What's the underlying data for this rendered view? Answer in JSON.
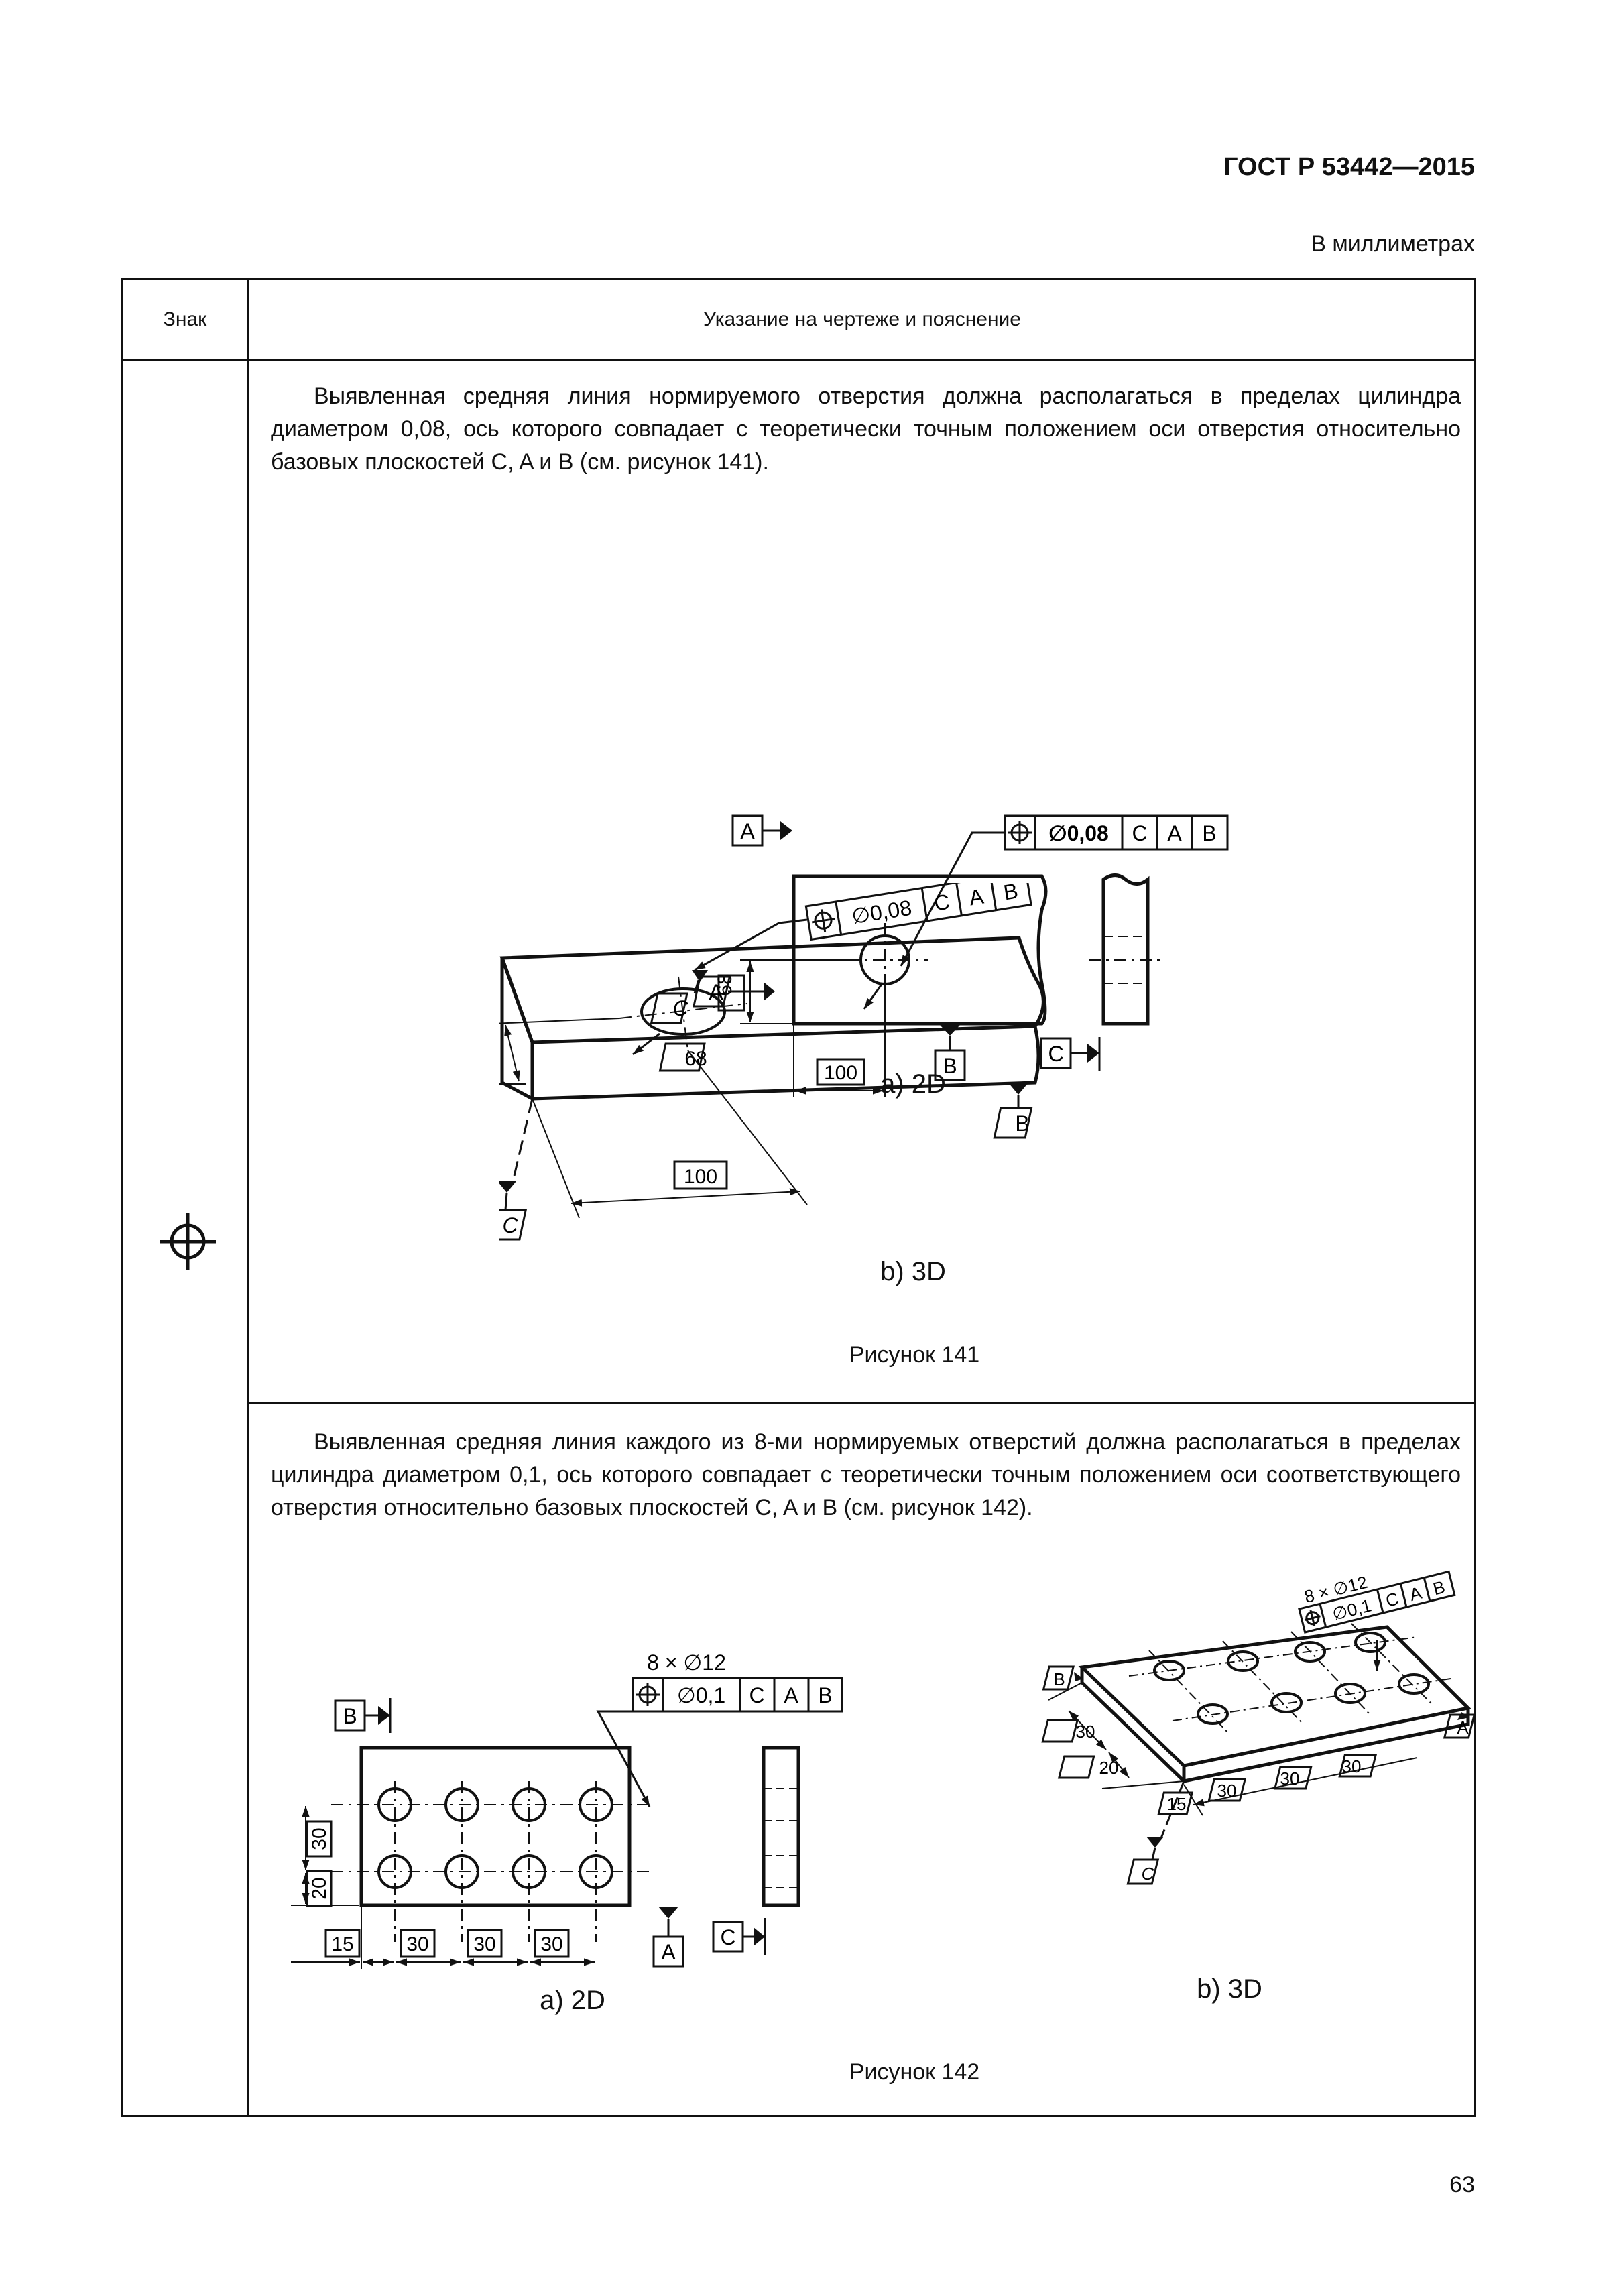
{
  "header": {
    "standard": "ГОСТ Р 53442—2015",
    "units": "В миллиметрах"
  },
  "table": {
    "columns": [
      "Знак",
      "Указание на чертеже и пояснение"
    ],
    "symbol_name": "position-icon",
    "rows": [
      {
        "text": "Выявленная средняя линия нормируемого отверстия должна располагаться в пределах цилиндра диаметром 0,08, ось которого совпадает с теоретически точным положением оси отверстия относительно базовых плоскостей C, A и B (см. рисунок 141).",
        "fig_2d": {
          "sublabel": "a) 2D",
          "frame": {
            "diameter": "∅0,08",
            "datums": [
              "C",
              "A",
              "B"
            ]
          },
          "datums": {
            "a": "A",
            "b": "B",
            "c": "C"
          },
          "dims": {
            "vertical": "68",
            "horizontal": "100"
          }
        },
        "fig_3d": {
          "sublabel": "b) 3D",
          "frame": {
            "diameter": "∅0,08",
            "datums": [
              "C",
              "A",
              "B"
            ]
          },
          "datums": {
            "a": "A",
            "b": "B",
            "c": "C"
          },
          "dims": {
            "vertical": "68",
            "horizontal": "100"
          }
        },
        "caption": "Рисунок 141"
      },
      {
        "text": "Выявленная средняя линия каждого из 8-ми нормируемых отверстий должна располагаться в пределах цилиндра диаметром 0,1, ось которого совпадает с теоретически точным положением оси соответствующего отверстия относительно базовых плоскостей C, A и B (см. рисунок 142).",
        "fig_2d": {
          "sublabel": "a) 2D",
          "count_label": "8 × ∅12",
          "frame": {
            "diameter": "∅0,1",
            "datums": [
              "C",
              "A",
              "B"
            ]
          },
          "datums": {
            "a": "A",
            "b": "B",
            "c": "C"
          },
          "dims": {
            "v_top": "30",
            "v_bottom": "20",
            "h": [
              "15",
              "30",
              "30",
              "30"
            ]
          }
        },
        "fig_3d": {
          "sublabel": "b) 3D",
          "count_label": "8 × ∅12",
          "frame": {
            "diameter": "∅0,1",
            "datums": [
              "C",
              "A",
              "B"
            ]
          },
          "datums": {
            "a": "A",
            "b": "B",
            "c": "C"
          },
          "dims": {
            "v_top": "30",
            "v_bottom": "20",
            "h": [
              "15",
              "30",
              "30",
              "30"
            ]
          }
        },
        "caption": "Рисунок 142"
      }
    ]
  },
  "page_number": "63"
}
